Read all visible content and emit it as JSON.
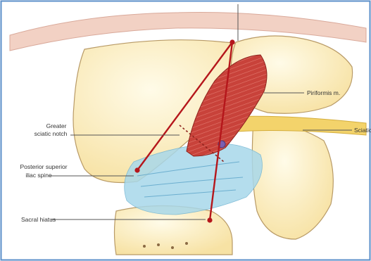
{
  "figure": {
    "labels": {
      "piriformis": "Piriformis m.",
      "sciatic_nerve": "Sciatic n.",
      "greater_notch_line1": "Greater",
      "greater_notch_line2": "sciatic notch",
      "psis_line1": "Posterior superior",
      "psis_line2": "iliac spine",
      "sacral_hiatus": "Sacral hiatus"
    },
    "colors": {
      "frame_border": "#5b8fc9",
      "bone": "#fdf0c2",
      "bone_outline": "#b89a66",
      "muscle": "#c8423a",
      "ligament": "#a8d8ea",
      "nerve": "#f3d36b",
      "landmark_line": "#b5161b",
      "skin": "#f2d1c4"
    }
  }
}
